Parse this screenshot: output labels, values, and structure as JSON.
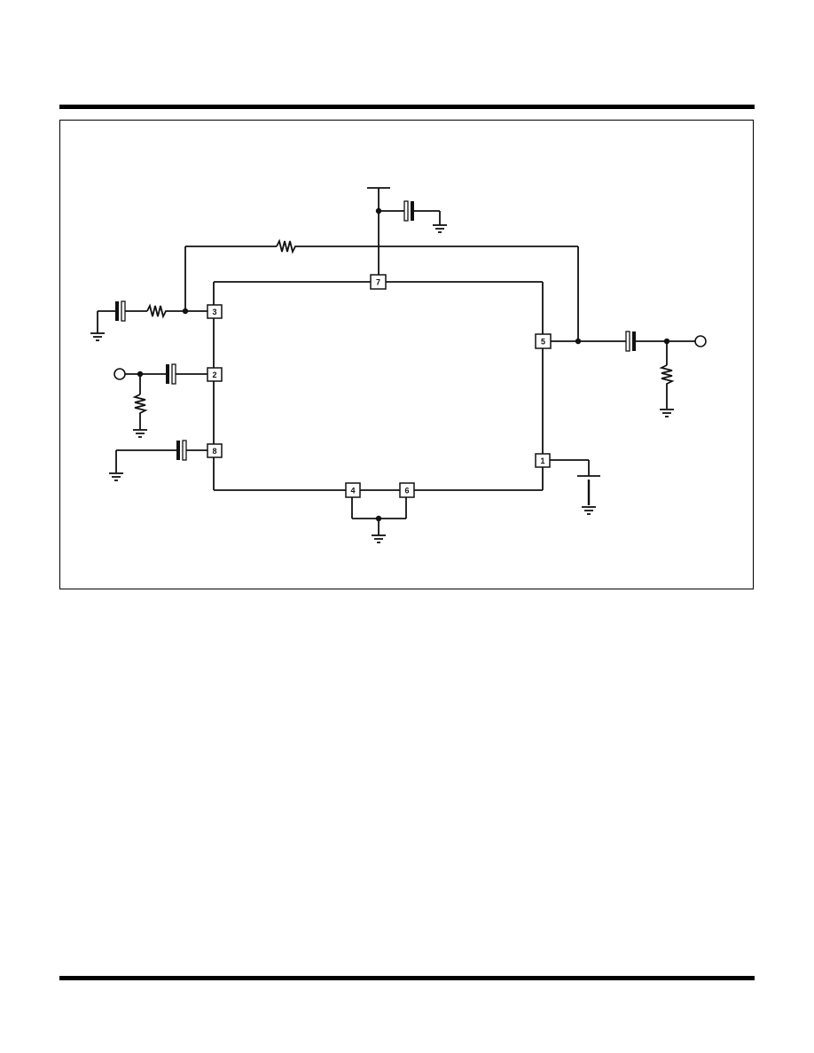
{
  "colors": {
    "ink": "#111111",
    "background": "#ffffff"
  },
  "pins": [
    {
      "id": "pin-7",
      "label": "7"
    },
    {
      "id": "pin-3",
      "label": "3"
    },
    {
      "id": "pin-2",
      "label": "2"
    },
    {
      "id": "pin-8",
      "label": "8"
    },
    {
      "id": "pin-5",
      "label": "5"
    },
    {
      "id": "pin-1",
      "label": "1"
    },
    {
      "id": "pin-4",
      "label": "4"
    },
    {
      "id": "pin-6",
      "label": "6"
    }
  ],
  "components": {
    "capacitors": [
      "cap-top",
      "cap-pin3",
      "cap-pin2",
      "cap-pin8",
      "cap-output"
    ],
    "resistors": [
      "res-feedback",
      "res-pin3",
      "res-input",
      "res-output"
    ],
    "grounds": [
      "gnd-top",
      "gnd-pin3",
      "gnd-input",
      "gnd-pin8",
      "gnd-bottom",
      "gnd-battery",
      "gnd-output"
    ],
    "terminals": [
      "input-terminal",
      "output-terminal"
    ],
    "supply": [
      "supply-rail",
      "battery"
    ]
  }
}
